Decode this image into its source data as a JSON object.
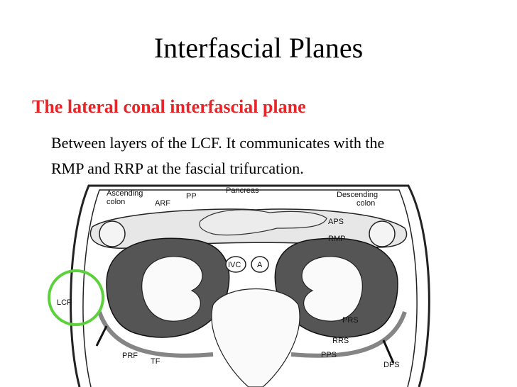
{
  "title": "Interfascial Planes",
  "subtitle": "The lateral conal interfascial plane",
  "body_lines": [
    "Between layers of the LCF. It communicates with the",
    "RMP and RRP at the fascial trifurcation."
  ],
  "diagram_labels": {
    "ascending_colon": [
      "Ascending",
      "colon"
    ],
    "arf": "ARF",
    "pp": "PP",
    "pancreas": "Pancreas",
    "descending_colon": [
      "Descending",
      "colon"
    ],
    "aps": "APS",
    "rmp": "RMP",
    "ivc": "IVC",
    "a": "A",
    "lcf": "LCF",
    "prs": "PRS",
    "rrs": "RRS",
    "pps": "PPS",
    "prf": "PRF",
    "tf": "TF",
    "dps": "DPS"
  },
  "colors": {
    "subtitle": "#e8262a",
    "highlight_circle": "#5bd13c"
  }
}
